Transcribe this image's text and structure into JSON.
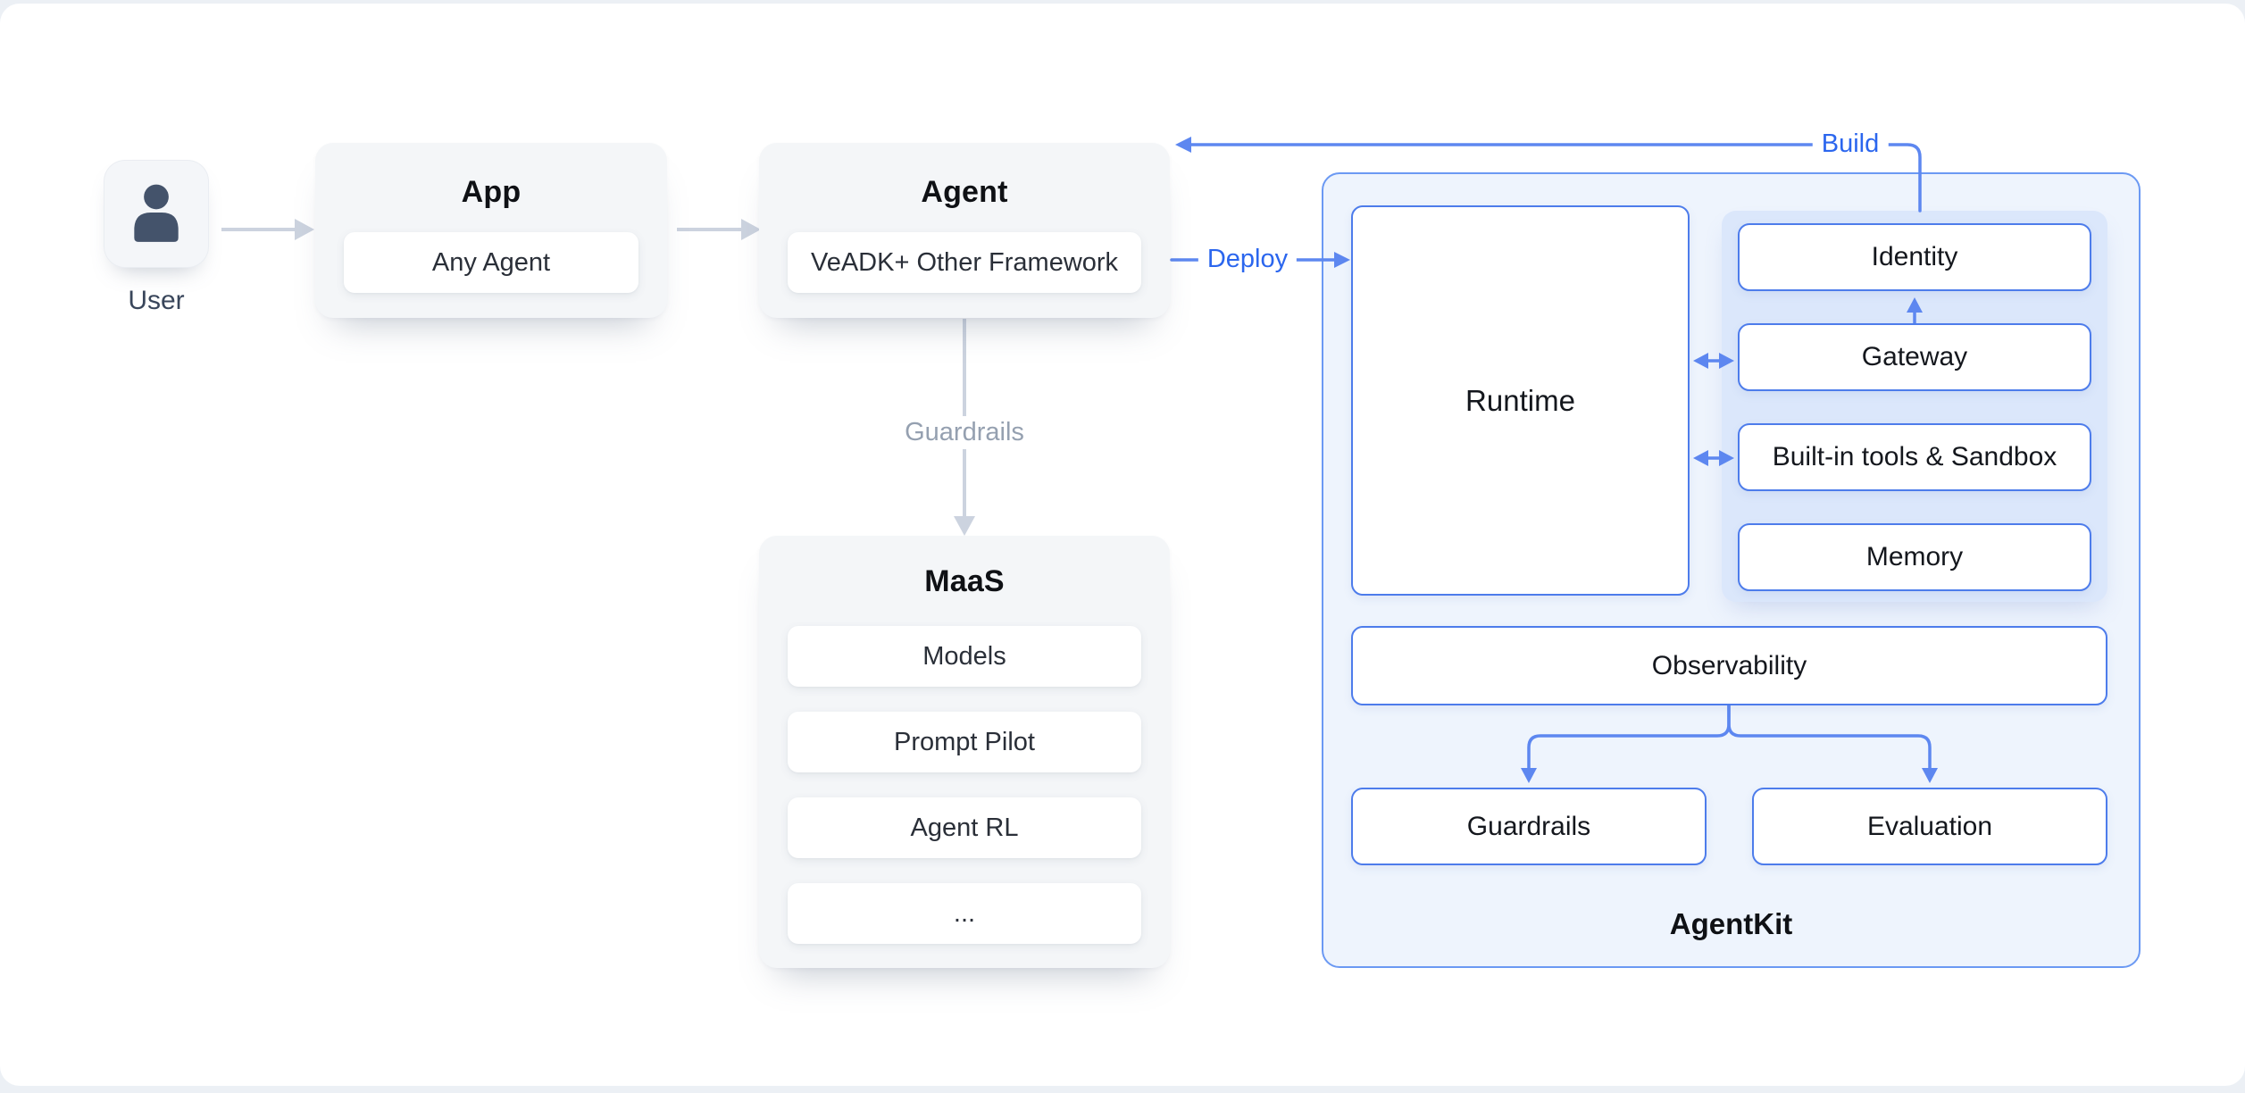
{
  "user": {
    "label": "User",
    "icon": "person-icon"
  },
  "app": {
    "title": "App",
    "items": [
      "Any Agent"
    ]
  },
  "agent": {
    "title": "Agent",
    "items": [
      "VeADK+ Other Framework"
    ]
  },
  "maas": {
    "title": "MaaS",
    "items": [
      "Models",
      "Prompt Pilot",
      "Agent RL",
      "..."
    ]
  },
  "agentkit": {
    "title": "AgentKit",
    "runtime_label": "Runtime",
    "stack": [
      "Identity",
      "Gateway",
      "Built-in tools & Sandbox",
      "Memory"
    ],
    "observability_label": "Observability",
    "guardrails_label": "Guardrails",
    "evaluation_label": "Evaluation"
  },
  "edges": {
    "deploy_label": "Deploy",
    "build_label": "Build",
    "guardrails_label": "Guardrails"
  },
  "colors": {
    "accent_blue_text": "#2b66ee",
    "line_blue": "#5d87f0",
    "box_border_blue": "#4d7ceb",
    "panel_border_blue": "#6b99f3",
    "panel_bg": "#eef4fd",
    "inner_panel_bg": "#dbe7fb",
    "gray_arrow": "#ccd3df",
    "gray_label_text": "#95a0b0",
    "container_gray": "#f4f6f8",
    "person_icon": "#44536b"
  }
}
